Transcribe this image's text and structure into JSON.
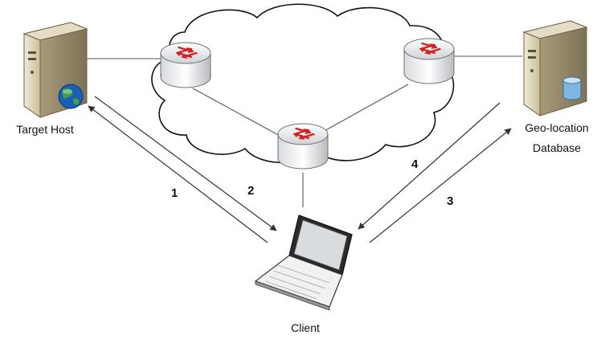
{
  "nodes": {
    "target_host": {
      "label": "Target Host",
      "icon": "server-globe-icon"
    },
    "geo_db": {
      "label_line1": "Geo-location",
      "label_line2": "Database",
      "icon": "server-database-icon"
    },
    "client": {
      "label": "Client",
      "icon": "laptop-icon"
    },
    "routers": [
      {
        "icon": "router-icon"
      },
      {
        "icon": "router-icon"
      },
      {
        "icon": "router-icon"
      }
    ],
    "cloud": {
      "icon": "network-cloud-icon"
    }
  },
  "steps": [
    "1",
    "2",
    "3",
    "4"
  ],
  "colors": {
    "router_arrow": "#d42020",
    "line": "#555555",
    "server_body": "#d8d0b8",
    "globe_blue": "#1a5fb4",
    "globe_green": "#3aa04a",
    "db_blue": "#7fb6e0"
  }
}
